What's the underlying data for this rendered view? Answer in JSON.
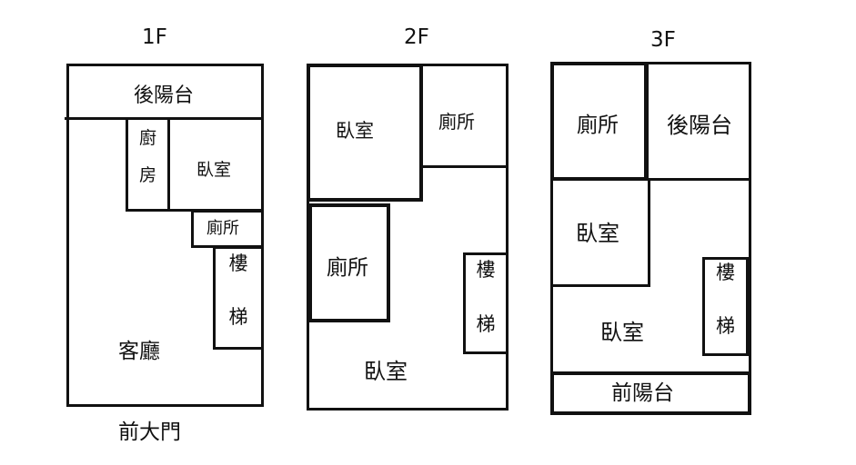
{
  "floors": {
    "f1": {
      "title": "1F",
      "rear_balcony": "後陽台",
      "kitchen": [
        "廚",
        "房"
      ],
      "bedroom": "臥室",
      "toilet": "廁所",
      "stairs": [
        "樓",
        "梯"
      ],
      "living_room": "客廳",
      "front_door": "前大門"
    },
    "f2": {
      "title": "2F",
      "bedroom_top": "臥室",
      "toilet_top": "廁所",
      "toilet_mid": "廁所",
      "stairs": [
        "樓",
        "梯"
      ],
      "bedroom_bottom": "臥室"
    },
    "f3": {
      "title": "3F",
      "toilet": "廁所",
      "rear_balcony": "後陽台",
      "bedroom_top": "臥室",
      "stairs": [
        "樓",
        "梯"
      ],
      "bedroom_bottom": "臥室",
      "front_balcony": "前陽台"
    }
  }
}
